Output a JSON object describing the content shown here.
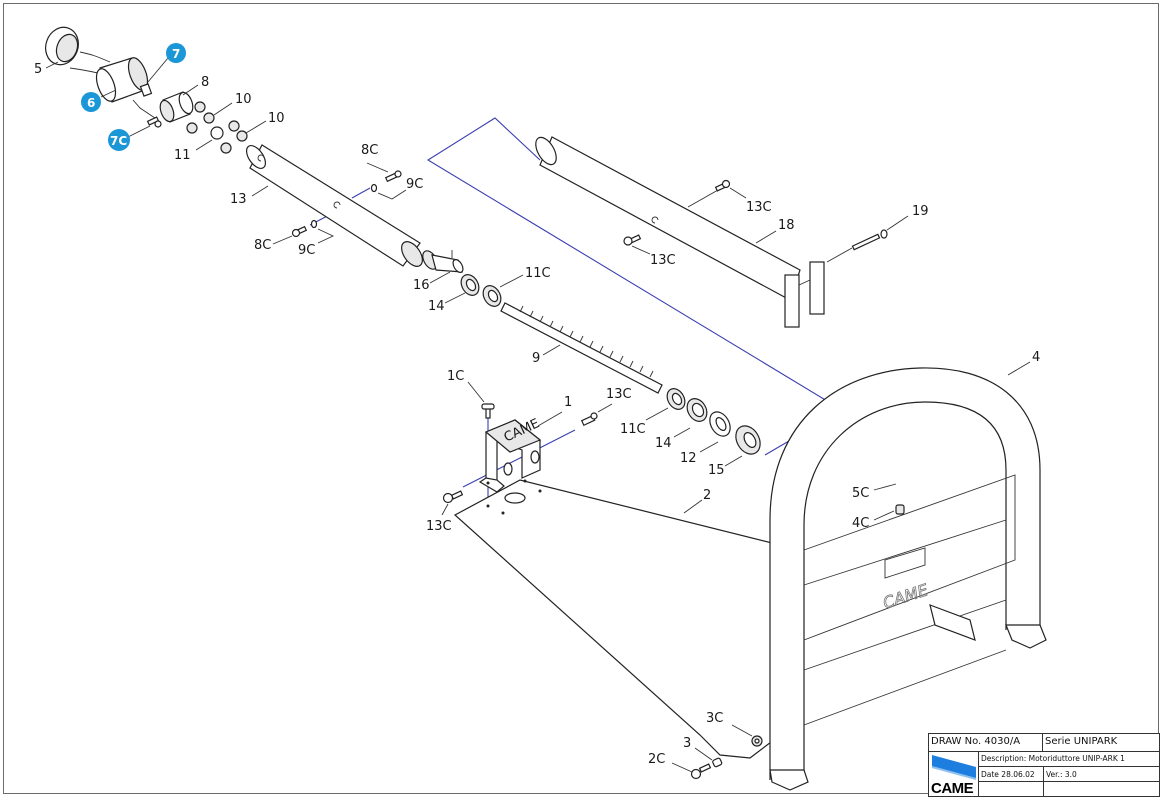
{
  "title_block": {
    "draw_no": "DRAW No. 4030/A",
    "serie": "Serie  UNIPARK",
    "description": "Description: Motoriduttore  UNIP-ARK 1",
    "date": "Date 28.06.02",
    "version": "Ver.: 3.0",
    "logo_text": "CAME",
    "logo_color": "#1e7ee0"
  },
  "badge_color": "#1b96d6",
  "highlighted_parts": [
    "7",
    "6",
    "7C"
  ],
  "part_labels": {
    "p5": "5",
    "p6": "6",
    "p7": "7",
    "p7c": "7C",
    "p8": "8",
    "p10a": "10",
    "p10b": "10",
    "p11": "11",
    "p13": "13",
    "p8c_top": "8C",
    "p9c_top": "9C",
    "p8c_bot": "8C",
    "p9c_bot": "9C",
    "p16": "16",
    "p14_top": "14",
    "p11c_top": "11C",
    "p9": "9",
    "p13c_tube1": "13C",
    "p13c_tube2": "13C",
    "p18": "18",
    "p19": "19",
    "p1c": "1C",
    "p1": "1",
    "p13c_brk": "13C",
    "p13c_left": "13C",
    "p11c_bot": "11C",
    "p14_bot": "14",
    "p12": "12",
    "p15": "15",
    "p2": "2",
    "p4": "4",
    "p5c": "5C",
    "p4c": "4C",
    "p3c": "3C",
    "p3": "3",
    "p2c": "2C",
    "frame_logo": "CAME",
    "bracket_logo": "CAME"
  }
}
